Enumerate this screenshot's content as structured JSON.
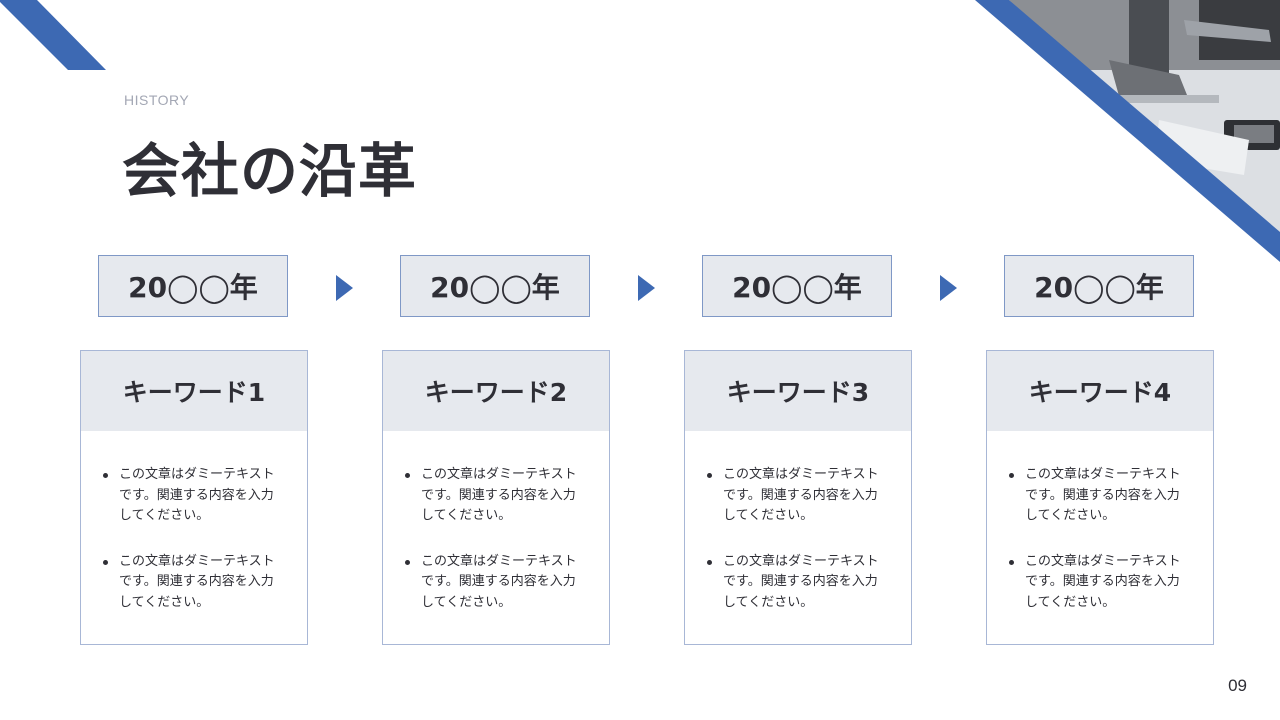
{
  "header": {
    "eyebrow": "HISTORY",
    "title": "会社の沿革"
  },
  "timeline": [
    {
      "year": "20◯◯年",
      "keyword": "キーワード1",
      "bullets": [
        "この文章はダミーテキストです。関連する内容を入力してください。",
        "この文章はダミーテキストです。関連する内容を入力してください。"
      ]
    },
    {
      "year": "20◯◯年",
      "keyword": "キーワード2",
      "bullets": [
        "この文章はダミーテキストです。関連する内容を入力してください。",
        "この文章はダミーテキストです。関連する内容を入力してください。"
      ]
    },
    {
      "year": "20◯◯年",
      "keyword": "キーワード3",
      "bullets": [
        "この文章はダミーテキストです。関連する内容を入力してください。",
        "この文章はダミーテキストです。関連する内容を入力してください。"
      ]
    },
    {
      "year": "20◯◯年",
      "keyword": "キーワード4",
      "bullets": [
        "この文章はダミーテキストです。関連する内容を入力してください。",
        "この文章はダミーテキストです。関連する内容を入力してください。"
      ]
    }
  ],
  "page_number": "09",
  "colors": {
    "accent": "#3d69b3",
    "box_fill": "#e6e9ee",
    "text": "#2f2f36"
  },
  "icons": {
    "step_arrow": "triangle-right-icon"
  }
}
